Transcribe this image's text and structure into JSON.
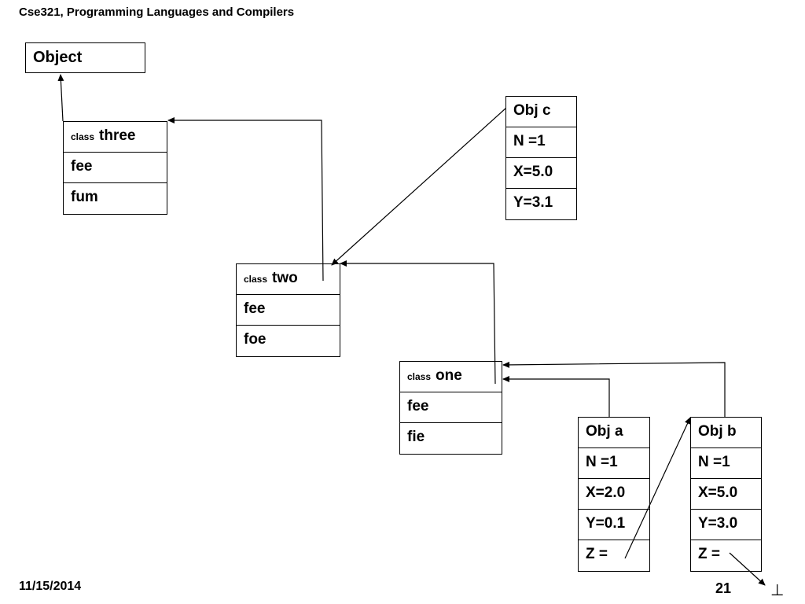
{
  "header": {
    "title": "Cse321, Programming Languages and Compilers"
  },
  "footer": {
    "date": "11/15/2014",
    "page": "21",
    "bottom_symbol": "⊥"
  },
  "object_box": {
    "label": "Object"
  },
  "class_three": {
    "prefix": "class",
    "name": "three",
    "methods": [
      "fee",
      "fum"
    ]
  },
  "class_two": {
    "prefix": "class",
    "name": "two",
    "methods": [
      "fee",
      "foe"
    ]
  },
  "class_one": {
    "prefix": "class",
    "name": "one",
    "methods": [
      "fee",
      "fie"
    ]
  },
  "obj_c": {
    "title": "Obj c",
    "fields": [
      "N =1",
      "X=5.0",
      "Y=3.1"
    ]
  },
  "obj_a": {
    "title": "Obj a",
    "fields": [
      "N =1",
      "X=2.0",
      "Y=0.1",
      "Z ="
    ]
  },
  "obj_b": {
    "title": "Obj b",
    "fields": [
      "N =1",
      "X=5.0",
      "Y=3.0",
      "Z ="
    ]
  }
}
